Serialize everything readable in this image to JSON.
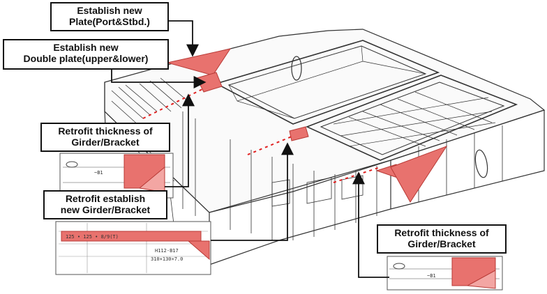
{
  "callouts": {
    "plate": {
      "line1": "Establish new",
      "line2": "Plate(Port&Stbd.)"
    },
    "double_plate": {
      "line1": "Establish new",
      "line2": "Double plate(upper&lower)"
    },
    "girder_thickness_left": {
      "line1": "Retrofit thickness of",
      "line2": "Girder/Bracket"
    },
    "girder_establish": {
      "line1": "Retrofit establish",
      "line2": "new Girder/Bracket"
    },
    "girder_thickness_right": {
      "line1": "Retrofit thickness of",
      "line2": "Girder/Bracket"
    }
  },
  "detail_labels": {
    "left_small": "~B1",
    "center_dims": "125 • 125 • 8/9(T)",
    "center_code": "H112-B17",
    "center_size": "310×130×7.0",
    "right_small": "~B1"
  },
  "colors": {
    "highlight": "#e8726e",
    "highlight_stroke": "#b83a36",
    "outline": "#333333",
    "dotted_line": "#e02020",
    "leader": "#111111"
  }
}
